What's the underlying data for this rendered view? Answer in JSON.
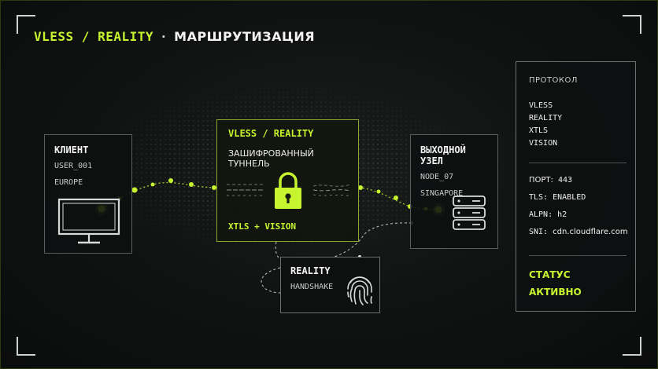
{
  "header": {
    "accent": "VLESS / REALITY",
    "separator": "·",
    "title": "МАРШРУТИЗАЦИЯ"
  },
  "client": {
    "title": "КЛИЕНТ",
    "user": "USER_001",
    "region": "EUROPE",
    "icon": "monitor-icon"
  },
  "tunnel": {
    "title": "VLESS / REALITY",
    "subtitle": "ЗАШИФРОВАННЫЙ ТУННЕЛЬ",
    "footer": "XTLS + VISION",
    "icon": "lock-icon"
  },
  "exit_node": {
    "title": "ВЫХОДНОЙ УЗЕЛ",
    "node": "NODE_07",
    "region": "SINGAPORE",
    "icon": "server-icon"
  },
  "handshake": {
    "title": "REALITY",
    "subtitle": "HANDSHAKE",
    "icon": "fingerprint-icon"
  },
  "info_panel": {
    "protocol_label": "ПРОТОКОЛ",
    "protocols": [
      "VLESS",
      "REALITY",
      "XTLS",
      "VISION"
    ],
    "port_label": "ПОРТ:",
    "port_value": "443",
    "tls_label": "TLS:",
    "tls_value": "ENABLED",
    "alpn_label": "ALPN:",
    "alpn_value": "h2",
    "sni_label": "SNI:",
    "sni_value": "cdn.cloudflare.com",
    "status_label": "СТАТУС",
    "status_value": "АКТИВНО"
  },
  "colors": {
    "accent": "#c6f52f",
    "background": "#0d0f0f",
    "border": "#5a5f5e"
  }
}
